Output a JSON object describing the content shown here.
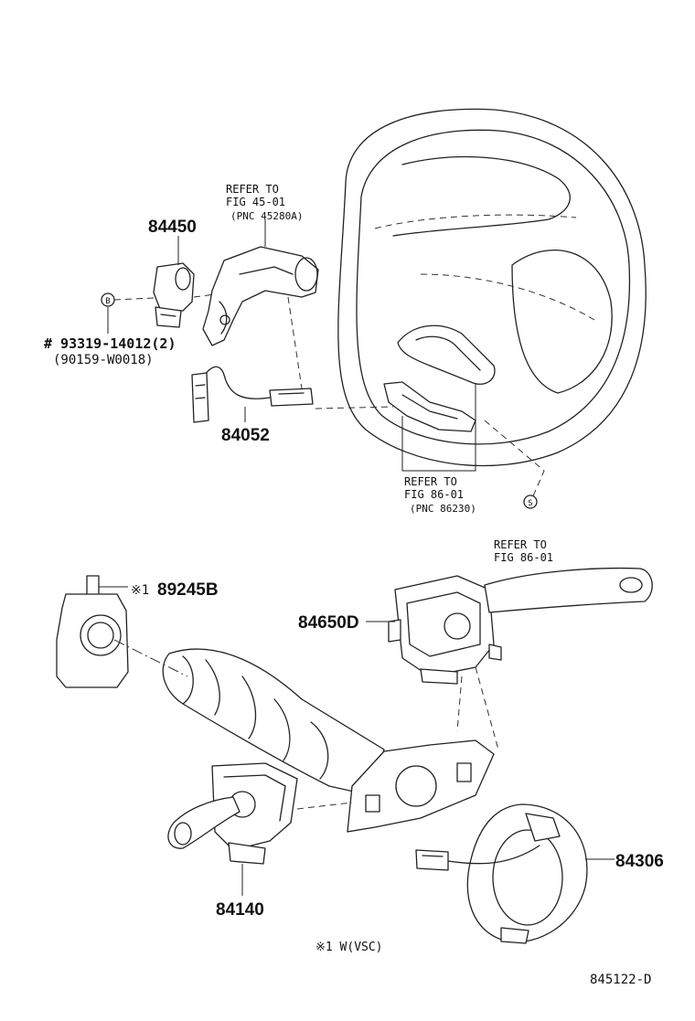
{
  "labels": {
    "p84450": "84450",
    "p84052": "84052",
    "p89245b": "89245B",
    "p89245b_mark": "※1",
    "p84650d": "84650D",
    "p84140": "84140",
    "p84306": "84306",
    "bolt_line1": "# 93319-14012(2)",
    "bolt_line2": "(90159-W0018)",
    "circle_b": "B",
    "circle_s": "S"
  },
  "refs": {
    "ref1": {
      "line1": "REFER TO",
      "line2": "FIG 45-01",
      "line3": "(PNC 45280A)"
    },
    "ref2": {
      "line1": "REFER TO",
      "line2": "FIG 86-01",
      "line3": "(PNC 86230)"
    },
    "ref3": {
      "line1": "REFER TO",
      "line2": "FIG 86-01"
    }
  },
  "footnote": "※1 W(VSC)",
  "figure_id": "845122-D"
}
